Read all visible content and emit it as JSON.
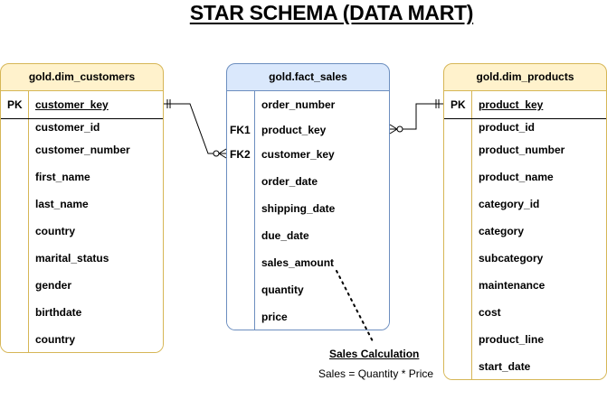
{
  "title": "STAR SCHEMA (DATA MART)",
  "tables": {
    "dim_customers": {
      "name": "gold.dim_customers",
      "pk_label": "PK",
      "fields": [
        "customer_key",
        "customer_id",
        "customer_number",
        "first_name",
        "last_name",
        "country",
        "marital_status",
        "gender",
        "birthdate",
        "country"
      ]
    },
    "fact_sales": {
      "name": "gold.fact_sales",
      "fk_labels": [
        "FK1",
        "FK2"
      ],
      "fields": [
        "order_number",
        "product_key",
        "customer_key",
        "order_date",
        "shipping_date",
        "due_date",
        "sales_amount",
        "quantity",
        "price"
      ]
    },
    "dim_products": {
      "name": "gold.dim_products",
      "pk_label": "PK",
      "fields": [
        "product_key",
        "product_id",
        "product_number",
        "product_name",
        "category_id",
        "category",
        "subcategory",
        "maintenance",
        "cost",
        "product_line",
        "start_date"
      ]
    }
  },
  "note": {
    "title": "Sales Calculation",
    "formula": "Sales = Quantity * Price"
  },
  "colors": {
    "dim_fill": "#fff2cc",
    "dim_border": "#d6b656",
    "fact_fill": "#dae8fc",
    "fact_border": "#6c8ebf"
  }
}
